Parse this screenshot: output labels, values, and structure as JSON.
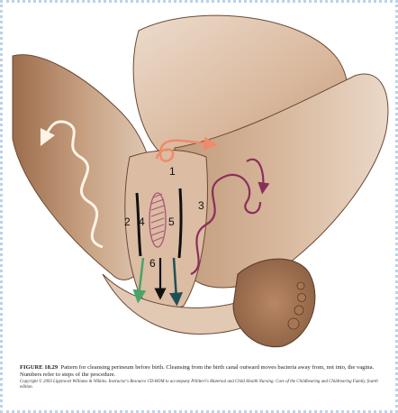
{
  "figure": {
    "step_labels": [
      "1",
      "2",
      "3",
      "4",
      "5",
      "6"
    ],
    "caption_prefix": "FIGURE 18.29",
    "caption": "Pattern for cleansing perineum before birth. Cleansing from the birth canal outward moves bacteria away from, not into, the vagina. Numbers refer to steps of the procedure.",
    "copyright": "Copyright © 2003 Lippincott Williams & Wilkins. Instructor's Resource CD-ROM to accompany Pillitteri's Maternal and Child Health Nursing: Care of the Childbearing and Childrearing Family, fourth edition."
  },
  "colors": {
    "skin_light": "#e9d7c7",
    "skin_mid": "#d8b79c",
    "skin_shadow": "#b48865",
    "stroke_1": "#f08a6a",
    "stroke_2": "#fdf3e6",
    "stroke_3": "#8a2f5a",
    "stroke_4": "#a8557a",
    "stroke_5": "#1f4e54",
    "stroke_6": "#111111",
    "green_arrow": "#4aa36a"
  }
}
